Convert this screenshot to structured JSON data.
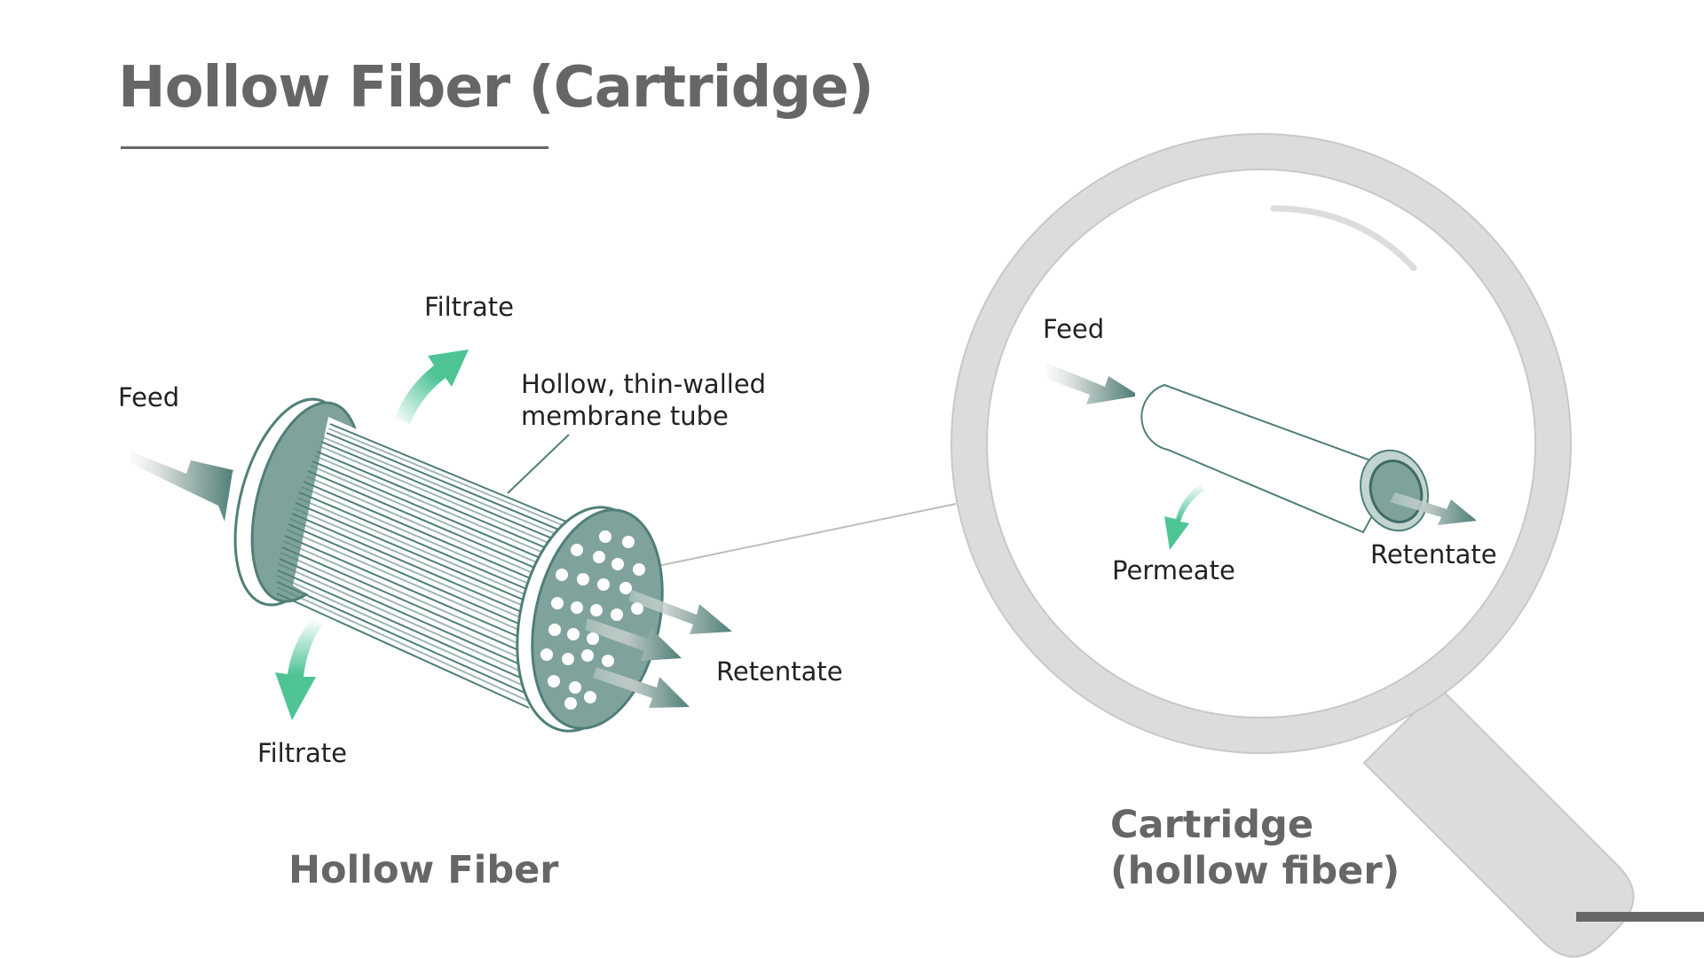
{
  "title": "Hollow Fiber (Cartridge)",
  "left_diagram": {
    "labels": {
      "feed": "Feed",
      "filtrate_top": "Filtrate",
      "filtrate_bottom": "Filtrate",
      "membrane_line1": "Hollow, thin-walled",
      "membrane_line2": "membrane tube",
      "retentate": "Retentate"
    },
    "caption": "Hollow Fiber"
  },
  "magnifier": {
    "labels": {
      "feed": "Feed",
      "permeate": "Permeate",
      "retentate": "Retentate"
    },
    "caption_line1": "Cartridge",
    "caption_line2": "(hollow fiber)"
  },
  "colors": {
    "title_gray": "#666666",
    "teal": "#5a8c84",
    "teal_light": "#7fa39c",
    "green_arrow": "#4ec495",
    "magnifier_gray": "#dcdcdc"
  }
}
